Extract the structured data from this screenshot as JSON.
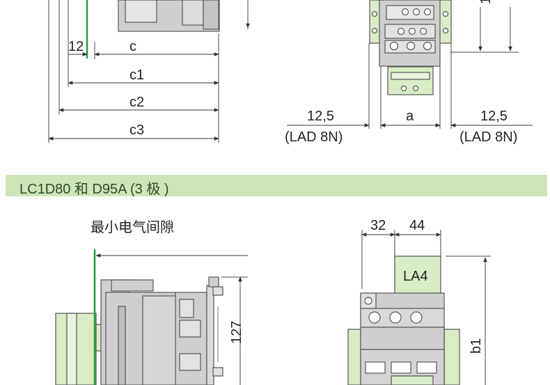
{
  "colors": {
    "section_band": "#cfe5b7",
    "device_gray": "#cfcfcf",
    "device_green": "#d8ecc6",
    "clearance_line": "#1fa03a",
    "outline": "#333333"
  },
  "top_side_view": {
    "dim_12": "12",
    "dim_c": "c",
    "dim_c1": "c1",
    "dim_c2": "c2",
    "dim_c3": "c3"
  },
  "top_front_view": {
    "left_offset": "12,5",
    "left_module": "(LAD 8N)",
    "center_width": "a",
    "right_offset": "12,5",
    "right_module": "(LAD 8N)"
  },
  "section": {
    "title": "LC1D80 和 D95A (3 极 )"
  },
  "bottom_side_view": {
    "min_clearance_label": "最小电气间隙",
    "height_127": "127"
  },
  "bottom_front_view": {
    "dim_32": "32",
    "dim_44": "44",
    "module_label": "LA4",
    "height_b1": "b1"
  }
}
